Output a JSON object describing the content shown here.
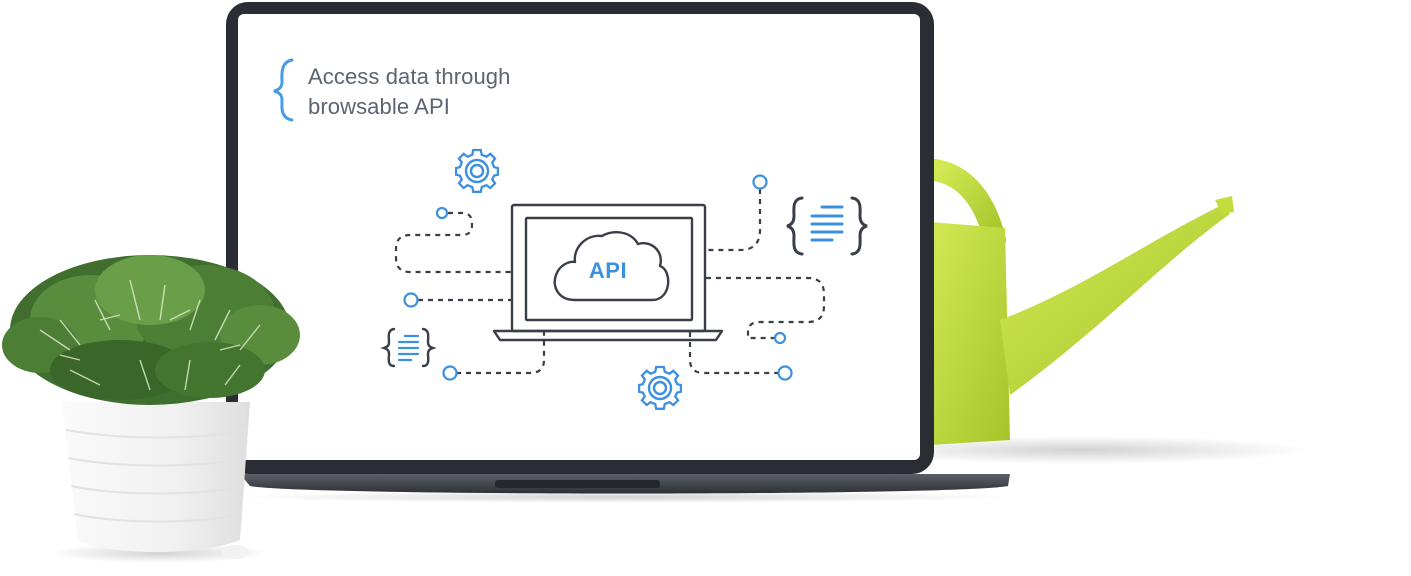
{
  "hero": {
    "headline_line1": "Access data through",
    "headline_line2": "browsable API",
    "api_label": "API"
  },
  "colors": {
    "accent": "#3d8fe0",
    "line": "#3a3f47",
    "heading": "#5b6470",
    "laptop_frame": "#2a2d33",
    "watering_can": "#b9d534",
    "plant_pot": "#f2f2f2"
  },
  "icons": [
    "left-brace-icon",
    "gear-icon",
    "cloud-icon",
    "laptop-icon",
    "code-brace-icon",
    "connector-node-icon",
    "plant-illustration",
    "watering-can-illustration"
  ]
}
